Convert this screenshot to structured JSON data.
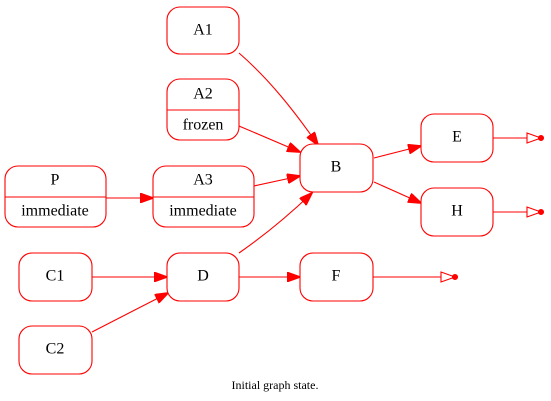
{
  "colors": {
    "edge": "#ff0000",
    "node_border": "#ff0000",
    "text": "#000000",
    "background": "#ffffff"
  },
  "nodes": {
    "a1": {
      "label": "A1"
    },
    "a2": {
      "label": "A2",
      "status": "frozen"
    },
    "p": {
      "label": "P",
      "status": "immediate"
    },
    "a3": {
      "label": "A3",
      "status": "immediate"
    },
    "b": {
      "label": "B"
    },
    "e": {
      "label": "E"
    },
    "h": {
      "label": "H"
    },
    "c1": {
      "label": "C1"
    },
    "d": {
      "label": "D"
    },
    "f": {
      "label": "F"
    },
    "c2": {
      "label": "C2"
    }
  },
  "edges": [
    {
      "from": "A1",
      "to": "B"
    },
    {
      "from": "A2",
      "to": "B"
    },
    {
      "from": "A3",
      "to": "B"
    },
    {
      "from": "D",
      "to": "B"
    },
    {
      "from": "P",
      "to": "A3"
    },
    {
      "from": "C1",
      "to": "D"
    },
    {
      "from": "C2",
      "to": "D"
    },
    {
      "from": "D",
      "to": "F"
    },
    {
      "from": "B",
      "to": "E"
    },
    {
      "from": "B",
      "to": "H"
    },
    {
      "from": "E",
      "to": "terminal"
    },
    {
      "from": "H",
      "to": "terminal"
    },
    {
      "from": "F",
      "to": "terminal"
    }
  ],
  "caption": "Initial graph state."
}
